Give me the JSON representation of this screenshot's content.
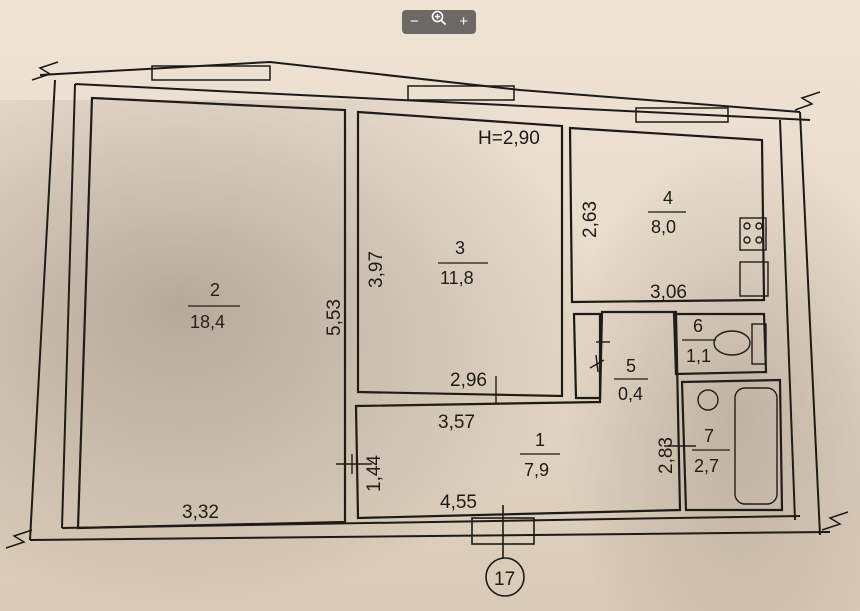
{
  "toolbar": {
    "zoom_out_label": "−",
    "zoom_in_label": "+",
    "zoom_icon": "magnifier-plus-icon"
  },
  "plan": {
    "ceiling_height": "H=2,90",
    "axis_number": "17",
    "rooms": [
      {
        "number": "2",
        "area": "18,4"
      },
      {
        "number": "3",
        "area": "11,8"
      },
      {
        "number": "4",
        "area": "8,0"
      },
      {
        "number": "1",
        "area": "7,9"
      },
      {
        "number": "5",
        "area": "0,4"
      },
      {
        "number": "6",
        "area": "1,1"
      },
      {
        "number": "7",
        "area": "2,7"
      }
    ],
    "dimensions": {
      "d_332": "3,32",
      "d_553": "5,53",
      "d_397": "3,97",
      "d_296": "2,96",
      "d_357": "3,57",
      "d_263": "2,63",
      "d_306": "3,06",
      "d_144": "1,44",
      "d_455": "4,55",
      "d_283": "2,83"
    }
  }
}
